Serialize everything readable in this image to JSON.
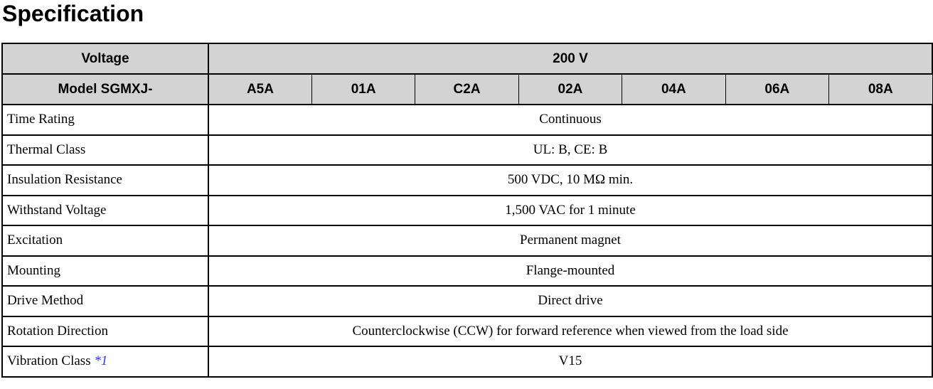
{
  "title": "Specification",
  "header": {
    "voltage_label": "Voltage",
    "voltage_value": "200 V",
    "model_label": "Model SGMXJ-",
    "models": [
      "A5A",
      "01A",
      "C2A",
      "02A",
      "04A",
      "06A",
      "08A"
    ]
  },
  "rows": [
    {
      "label": "Time Rating",
      "value": "Continuous"
    },
    {
      "label": "Thermal Class",
      "value": "UL: B, CE: B"
    },
    {
      "label": "Insulation Resistance",
      "value": "500 VDC, 10 MΩ min."
    },
    {
      "label": "Withstand Voltage",
      "value": "1,500 VAC for 1 minute"
    },
    {
      "label": "Excitation",
      "value": "Permanent magnet"
    },
    {
      "label": "Mounting",
      "value": "Flange-mounted"
    },
    {
      "label": "Drive Method",
      "value": "Direct drive"
    },
    {
      "label": "Rotation Direction",
      "value": "Counterclockwise (CCW) for forward reference when viewed from the load side"
    },
    {
      "label": "Vibration Class",
      "note": "*1",
      "value": "V15"
    }
  ]
}
